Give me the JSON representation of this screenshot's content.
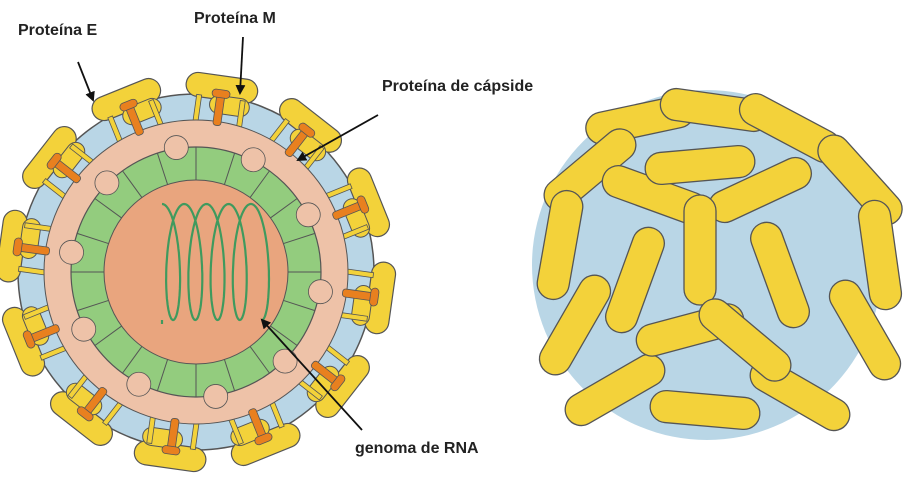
{
  "labels": {
    "protein_e": "Proteína E",
    "protein_m": "Proteína M",
    "capsid_protein": "Proteína de cápside",
    "rna_genome": "genoma de RNA"
  },
  "colors": {
    "envelope_yellow": "#f3d23a",
    "membrane_blue": "#b9d6e6",
    "matrix_peach": "#eec2a8",
    "capsid_green": "#93cc7e",
    "core_orange": "#e9a57e",
    "protein_m_orange": "#e8801f",
    "rna_strand": "#3f9a5e",
    "outline": "#555555"
  }
}
